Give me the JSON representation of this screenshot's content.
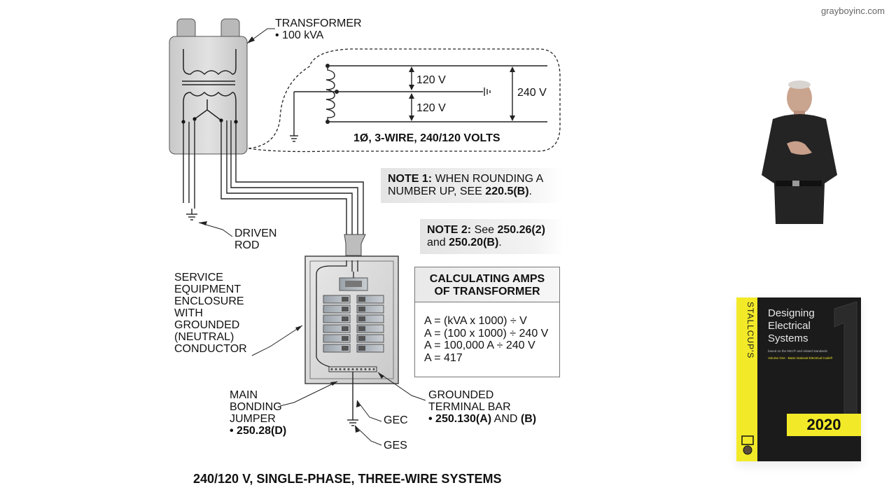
{
  "watermark": "grayboyinc.com",
  "transformer": {
    "title": "TRANSFORMER",
    "rating": "• 100 kVA"
  },
  "winding": {
    "upper_voltage": "120 V",
    "lower_voltage": "120 V",
    "total_voltage": "240 V",
    "system": "1Ø, 3-WIRE, 240/120 VOLTS"
  },
  "driven_rod": {
    "line1": "DRIVEN",
    "line2": "ROD"
  },
  "enclosure": {
    "lines": [
      "SERVICE",
      "EQUIPMENT",
      "ENCLOSURE",
      "WITH",
      "GROUNDED",
      "(NEUTRAL)",
      "CONDUCTOR"
    ]
  },
  "note1": {
    "bold": "NOTE 1:",
    "text1": " WHEN ROUNDING A",
    "text2": "NUMBER UP, SEE ",
    "ref": "220.5(B)",
    "end": "."
  },
  "note2": {
    "bold": "NOTE 2:",
    "text1": " See ",
    "ref1": "250.26(2)",
    "text2": "and ",
    "ref2": "250.20(B)",
    "end": "."
  },
  "calc": {
    "title1": "CALCULATING AMPS",
    "title2": "OF TRANSFORMER",
    "lines": [
      "A = (kVA x 1000) ÷ V",
      "A = (100 x 1000) ÷ 240 V",
      "A = 100,000 A ÷ 240 V",
      "A = 417"
    ]
  },
  "mbj": {
    "line1": "MAIN",
    "line2": "BONDING",
    "line3": "JUMPER",
    "ref": "• 250.28(D)"
  },
  "terminal_bar": {
    "line1": "GROUNDED",
    "line2": "TERMINAL BAR",
    "ref_a": "• 250.130(A)",
    "and": " AND ",
    "ref_b": "(B)"
  },
  "gec": "GEC",
  "ges": "GES",
  "bottom_title": "240/120 V, SINGLE-PHASE, THREE-WIRE SYSTEMS",
  "book": {
    "spine": "STALLCUP'S",
    "title": "Designing Electrical Systems",
    "subtitle": "based on the NEC® and related standards",
    "volume": "Volume One - Basic National Electrical Code®",
    "year": "2020"
  },
  "colors": {
    "book_yellow": "#f2ea28",
    "book_dark": "#1b1b1b",
    "equipment_gray": "#d4d4d4"
  }
}
